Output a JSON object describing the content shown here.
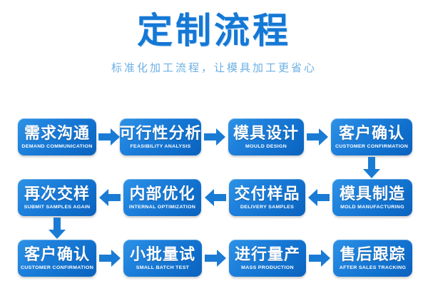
{
  "header": {
    "title": "定制流程",
    "subtitle": "标准化加工流程，让模具加工更省心",
    "title_color": "#1478d6",
    "subtitle_color": "#6cb0e4"
  },
  "theme": {
    "box_blue_light": "#2e93e6",
    "box_blue_dark": "#0b62bd",
    "arrow_blue": "#1a7bd4",
    "background": "#ffffff"
  },
  "flow": {
    "rows": [
      {
        "direction": "right",
        "steps": [
          {
            "cn": "需求沟通",
            "en": "DEMAND COMMUNICATION"
          },
          {
            "cn": "可行性分析",
            "en": "FEASIBILITY ANALYSIS"
          },
          {
            "cn": "模具设计",
            "en": "MOULD DESIGN"
          },
          {
            "cn": "客户确认",
            "en": "CUSTOMER CONFIRMATION"
          }
        ]
      },
      {
        "direction": "left",
        "steps": [
          {
            "cn": "再次交样",
            "en": "SUBMIT SAMPLES AGAIN"
          },
          {
            "cn": "内部优化",
            "en": "INTERNAL OPTIMIZATION"
          },
          {
            "cn": "交付样品",
            "en": "DELIVERY SAMPLES"
          },
          {
            "cn": "模具制造",
            "en": "MOLD MANUFACTURING"
          }
        ]
      },
      {
        "direction": "right",
        "steps": [
          {
            "cn": "客户确认",
            "en": "CUSTOMER CONFIRMATION"
          },
          {
            "cn": "小批量试",
            "en": "SMALL BATCH TEST"
          },
          {
            "cn": "进行量产",
            "en": "MASS PRODUCTION"
          },
          {
            "cn": "售后跟踪",
            "en": "AFTER SALES TRACKING"
          }
        ]
      }
    ],
    "connectors": [
      {
        "from": "客户确认",
        "to": "模具制造",
        "direction": "down"
      },
      {
        "from": "再次交样",
        "to": "客户确认",
        "direction": "down"
      }
    ]
  }
}
